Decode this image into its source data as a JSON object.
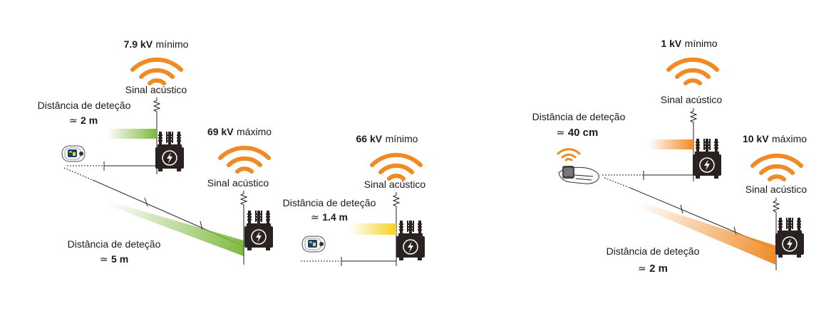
{
  "colors": {
    "wave": "#f08a24",
    "green": "#7cb83b",
    "yellow": "#f7d21e",
    "orange": "#f08a24",
    "transformer": "#2a2220"
  },
  "icons": [
    "wifi-wave-icon",
    "spring-coil-icon",
    "transformer-icon",
    "lightning-icon",
    "handheld-detector-icon",
    "wrist-detector-icon"
  ],
  "scene1": {
    "top": {
      "value": "7.9 kV",
      "qualifier": "mínimo",
      "signal": "Sinal acústico"
    },
    "right": {
      "value": "69 kV",
      "qualifier": "máximo",
      "signal": "Sinal acústico"
    },
    "dist_short": {
      "label": "Distância de deteção",
      "approx": "≃",
      "value": "2 m"
    },
    "dist_long": {
      "label": "Distância de deteção",
      "approx": "≃",
      "value": "5 m"
    }
  },
  "scene2": {
    "top": {
      "value": "66 kV",
      "qualifier": "mínimo",
      "signal": "Sinal acústico"
    },
    "dist": {
      "label": "Distância de deteção",
      "approx": "≃",
      "value": "1.4 m"
    }
  },
  "scene3": {
    "top": {
      "value": "1 kV",
      "qualifier": "mínimo",
      "signal": "Sinal acústico"
    },
    "right": {
      "value": "10 kV",
      "qualifier": "máximo",
      "signal": "Sinal acústico"
    },
    "dist_short": {
      "label": "Distância de deteção",
      "approx": "≃",
      "value": "40 cm"
    },
    "dist_long": {
      "label": "Distância de deteção",
      "approx": "≃",
      "value": "2 m"
    }
  }
}
